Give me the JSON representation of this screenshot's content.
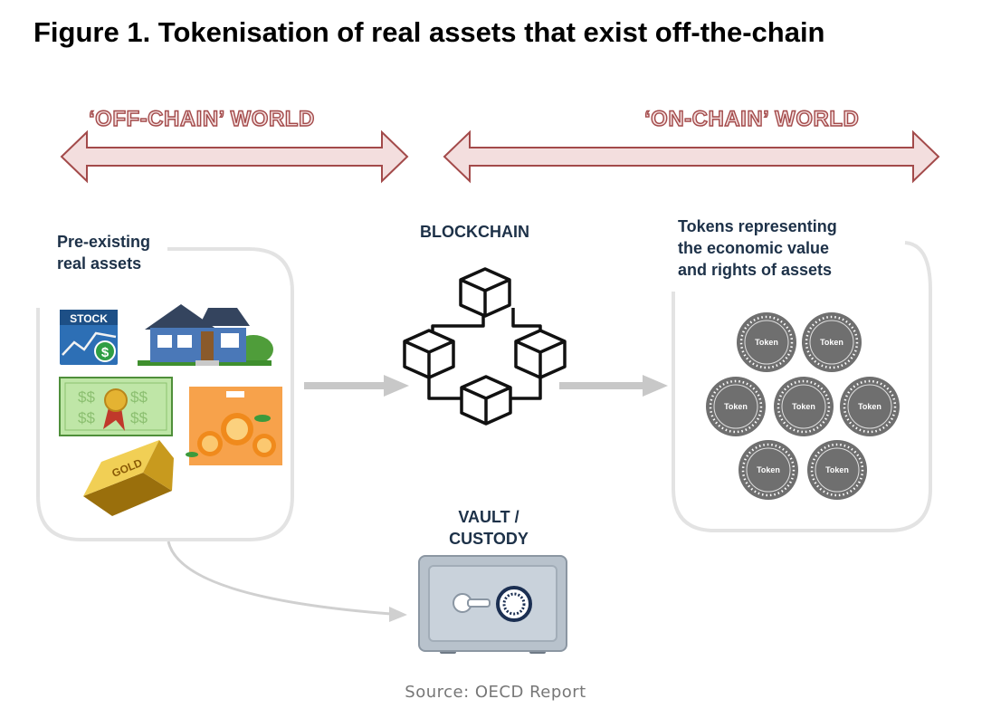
{
  "figure": {
    "title": "Figure 1. Tokenisation of real assets that exist off-the-chain",
    "off_chain_label": "‘OFF-CHAIN’ WORLD",
    "on_chain_label": "‘ON-CHAIN’ WORLD",
    "assets_heading_line1": "Pre-existing",
    "assets_heading_line2": "real assets",
    "blockchain_label": "BLOCKCHAIN",
    "tokens_heading_line1": "Tokens representing",
    "tokens_heading_line2": "the economic value",
    "tokens_heading_line3": "and rights of assets",
    "vault_line1": "VAULT /",
    "vault_line2": "CUSTODY",
    "stock_label": "STOCK",
    "gold_label": "GOLD",
    "token_label": "Token",
    "source": "Source: OECD Report"
  },
  "colors": {
    "world_arrow_fill": "#f3dede",
    "world_arrow_stroke": "#a34a4a",
    "heading": "#1d3148",
    "flow_arrow": "#c8c8c8",
    "token_gray": "#707070"
  }
}
